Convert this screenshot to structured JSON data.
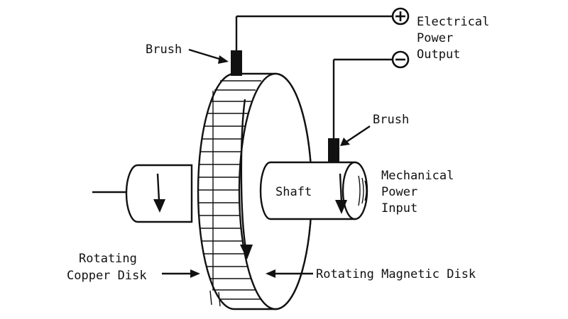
{
  "diagram": {
    "labels": {
      "brush_top": "Brush",
      "brush_right": "Brush",
      "electrical_1": "Electrical",
      "electrical_2": "Power",
      "electrical_3": "Output",
      "shaft": "Shaft",
      "mechanical_1": "Mechanical",
      "mechanical_2": "Power",
      "mechanical_3": "Input",
      "copper_1": "Rotating",
      "copper_2": "Copper Disk",
      "magnetic": "Rotating Magnetic Disk"
    },
    "terminal_plus_icon": "plus-terminal-icon",
    "terminal_minus_icon": "minus-terminal-icon",
    "colors": {
      "ink": "#111111",
      "paper": "#ffffff"
    }
  }
}
